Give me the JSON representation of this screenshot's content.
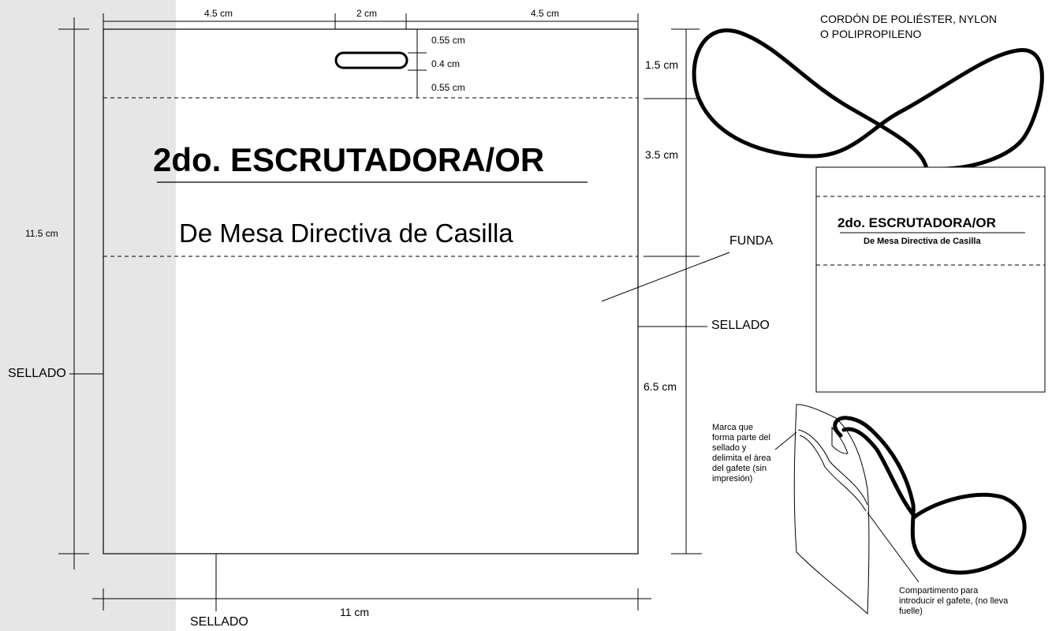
{
  "dimensions": {
    "top_left": "4.5 cm",
    "top_middle": "2 cm",
    "top_right": "4.5 cm",
    "slot_top": "0.55 cm",
    "slot_height": "0.4 cm",
    "slot_bottom": "0.55 cm",
    "right_1": "1.5 cm",
    "right_2": "3.5 cm",
    "right_3": "6.5 cm",
    "height_total": "11.5 cm",
    "width_total": "11 cm"
  },
  "badge": {
    "title": "2do. ESCRUTADORA/OR",
    "subtitle": "De Mesa Directiva de Casilla"
  },
  "preview": {
    "title": "2do. ESCRUTADORA/OR",
    "subtitle": "De Mesa Directiva de Casilla"
  },
  "labels": {
    "sellado_left": "SELLADO",
    "sellado_bottom": "SELLADO",
    "sellado_right": "SELLADO",
    "funda": "FUNDA",
    "cordon": "CORDÓN DE POLIÉSTER, NYLON\nO POLIPROPILENO",
    "cordon_line1": "CORDÓN DE POLIÉSTER, NYLON",
    "cordon_line2": "O POLIPROPILENO",
    "marca": "Marca que forma parte del sellado y delimita el área del gafete (sin impresión)",
    "compartimento": "Compartimento para introducir el gafete, (no lleva fuelle)"
  }
}
